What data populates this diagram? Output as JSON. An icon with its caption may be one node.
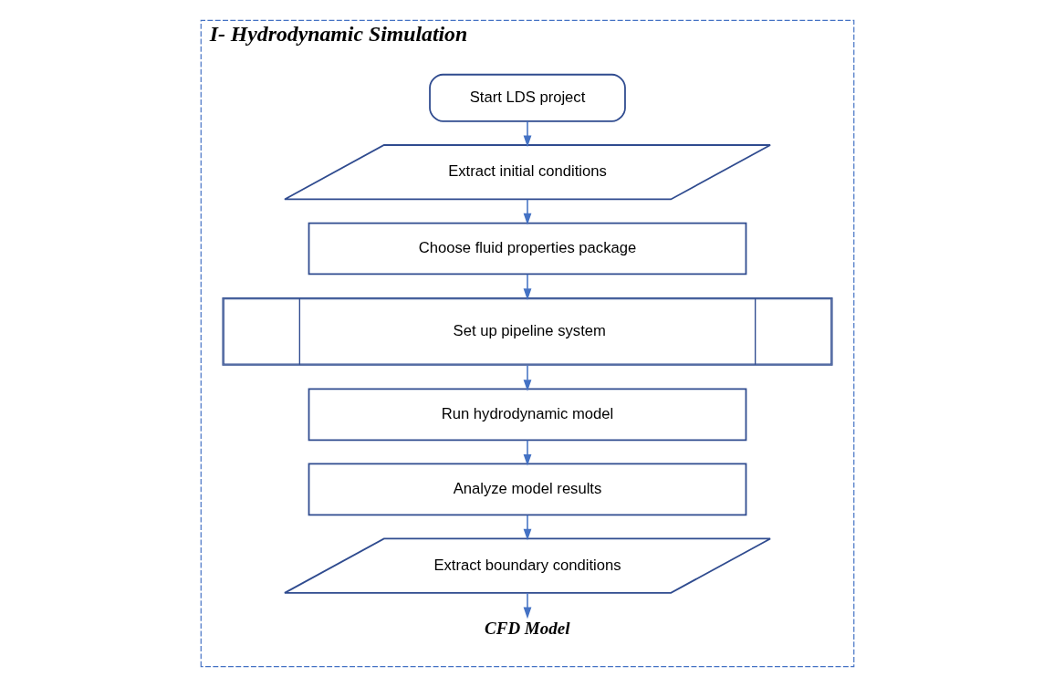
{
  "diagram": {
    "nodes": [
      {
        "text": [
          "I- Hydrodynamic Simulation"
        ]
      },
      {
        "text": [
          "Start LDS project"
        ],
        "in": 0
      },
      {
        "text": [
          "Extract initial conditions"
        ],
        "in": 0
      },
      {
        "text": [
          "Choose fluid properties package"
        ],
        "in": 0
      },
      {
        "text": [
          "Set up pipeline system"
        ],
        "in": 0
      },
      {
        "text": [
          "Run hydrodynamic model"
        ],
        "in": 0
      },
      {
        "text": [
          "Analyze model results"
        ],
        "in": 0
      },
      {
        "text": [
          "Extract boundary conditions"
        ],
        "in": 0
      },
      {
        "text": [
          "CFD Model"
        ],
        "in": 0
      }
    ],
    "edges": [
      {
        "from": 1,
        "to": 2,
        "arrow": "to"
      },
      {
        "from": 2,
        "to": 3,
        "arrow": "to"
      },
      {
        "from": 3,
        "to": 4,
        "arrow": "to"
      },
      {
        "from": 4,
        "to": 5,
        "arrow": "to"
      },
      {
        "from": 5,
        "to": 6,
        "arrow": "to"
      },
      {
        "from": 6,
        "to": 7,
        "arrow": "to"
      },
      {
        "from": 7,
        "to": 8,
        "arrow": "to"
      }
    ]
  }
}
